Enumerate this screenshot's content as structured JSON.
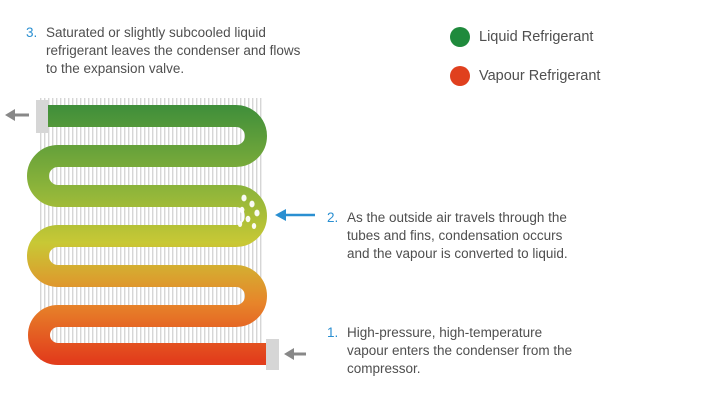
{
  "notes": {
    "step3": {
      "number": "3.",
      "text": "Saturated or slightly subcooled liquid\nrefrigerant leaves the condenser and flows\nto the expansion valve."
    },
    "step2": {
      "number": "2.",
      "text": "As the outside air travels through the\ntubes and fins, condensation occurs\nand the vapour is converted to liquid."
    },
    "step1": {
      "number": "1.",
      "text": "High-pressure, high-temperature\nvapour enters the condenser from the\ncompressor."
    }
  },
  "legend": {
    "liquid": {
      "label": "Liquid Refrigerant",
      "color": "#1f8a3c"
    },
    "vapour": {
      "label": "Vapour Refrigerant",
      "color": "#e0401e"
    }
  },
  "colors": {
    "liquid_green": "#3f8f3a",
    "mid_yellow": "#c9c935",
    "vapour_red": "#e2401c",
    "arrow_gray": "#888888",
    "arrow_blue": "#2a8fd1",
    "fins": "#d9d9d9",
    "fitting": "#d6d6d6"
  }
}
